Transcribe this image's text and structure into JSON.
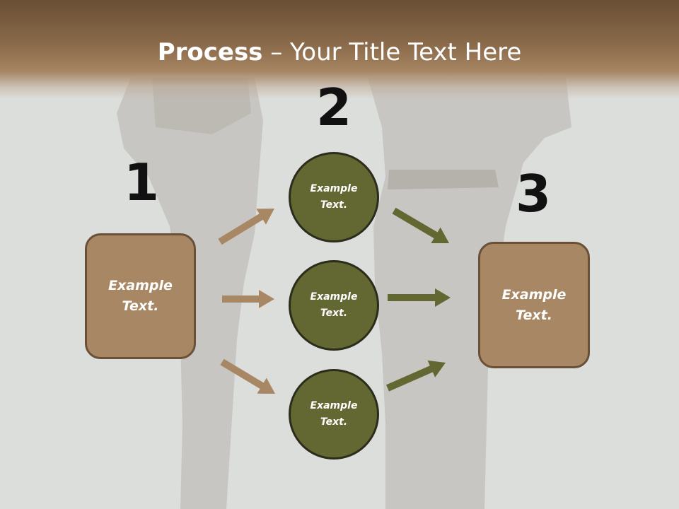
{
  "title": {
    "bold": "Process",
    "rest": " – Your Title Text Here"
  },
  "steps": [
    {
      "number": "1"
    },
    {
      "number": "2"
    },
    {
      "number": "3"
    }
  ],
  "left_box": {
    "line1": "Example",
    "line2": "Text."
  },
  "circles": [
    {
      "line1": "Example",
      "line2": "Text."
    },
    {
      "line1": "Example",
      "line2": "Text."
    },
    {
      "line1": "Example",
      "line2": "Text."
    }
  ],
  "right_box": {
    "line1": "Example",
    "line2": "Text."
  },
  "colors": {
    "brown_arrow": "#a88864",
    "olive_arrow": "#636732",
    "box_fill": "#a88864",
    "circle_fill": "#636732"
  }
}
